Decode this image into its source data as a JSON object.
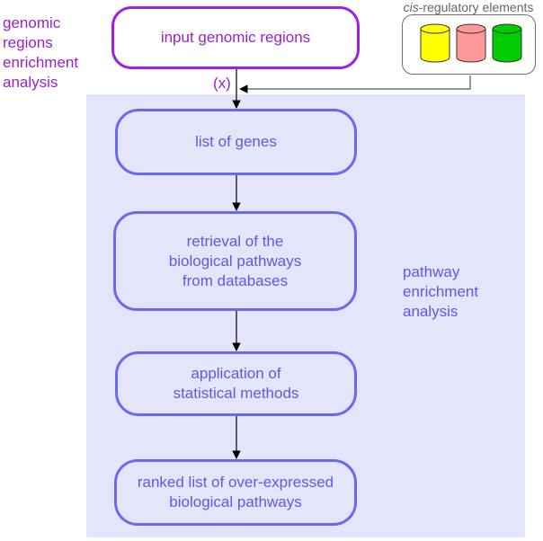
{
  "diagram": {
    "genomic_label_lines": [
      "genomic",
      "regions",
      "enrichment",
      "analysis"
    ],
    "pathway_label_lines": [
      "pathway",
      "enrichment",
      "analysis"
    ],
    "input_box": "input genomic regions",
    "cre": {
      "title_italic": "cis",
      "title_rest": "-regulatory elements",
      "cylinders": [
        {
          "name": "yellow",
          "color": "#ffff00"
        },
        {
          "name": "pink",
          "color": "#ff9999"
        },
        {
          "name": "green",
          "color": "#00cc00"
        }
      ]
    },
    "x_marker": "(x)",
    "steps": [
      {
        "lines": [
          "list of genes"
        ]
      },
      {
        "lines": [
          "retrieval of the",
          "biological pathways",
          "from databases"
        ]
      },
      {
        "lines": [
          "application of",
          "statistical methods"
        ]
      },
      {
        "lines": [
          "ranked list of over-expressed",
          "biological pathways"
        ]
      }
    ]
  }
}
